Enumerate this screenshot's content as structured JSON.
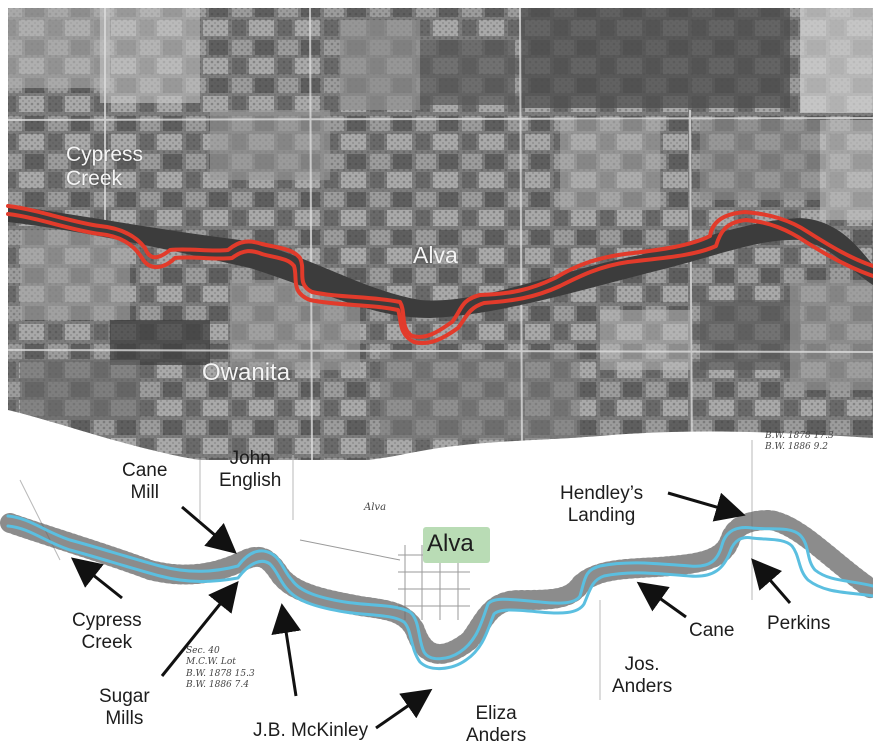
{
  "aerial_labels": {
    "cypress_creek": [
      "Cypress",
      "Creek"
    ],
    "alva": "Alva",
    "owanita": "Owanita"
  },
  "survey_labels": {
    "cane_mill": [
      "Cane",
      "Mill"
    ],
    "john_english": [
      "John",
      "English"
    ],
    "alva": "Alva",
    "hendleys_landing": [
      "Hendley’s",
      "Landing"
    ],
    "cypress_creek": [
      "Cypress",
      "Creek"
    ],
    "sugar_mills": [
      "Sugar",
      "Mills"
    ],
    "jb_mckinley": "J.B. McKinley",
    "eliza_anders": [
      "Eliza",
      "Anders"
    ],
    "jos_anders": [
      "Jos.",
      "Anders"
    ],
    "cane": "Cane",
    "perkins": "Perkins"
  },
  "survey_notes": {
    "top_right": [
      "B.W. 1878  17.3",
      "B.W. 1886  9.2"
    ],
    "bottom_left": [
      "Sec. 40",
      "M.C.W.   Lot",
      "B.W. 1878  15.3",
      "B.W. 1886  7.4"
    ],
    "alva_faint": "Alva"
  },
  "colors": {
    "aerial_river": "#e23b2b",
    "survey_river": "#5bbfe0",
    "alva_highlight": "#b9dcb5",
    "arrow": "#111111"
  }
}
